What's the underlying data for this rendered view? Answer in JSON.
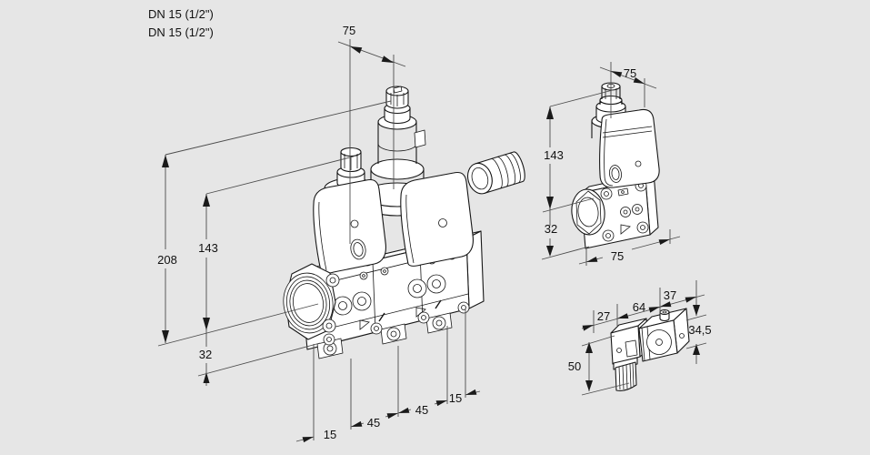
{
  "canvas": {
    "background": "#e6e6e6",
    "line_color": "#161616",
    "dim_line_color": "#4d4d4d"
  },
  "annotations": {
    "dn_line1": "DN 15 (1/2\")",
    "dn_line2": "DN 15 (1/2\")"
  },
  "main_view": {
    "dims": {
      "top_width": "75",
      "total_height": "208",
      "upper_height": "143",
      "lower_height": "32",
      "offset_left": "15",
      "span_1": "45",
      "span_2": "45",
      "offset_right": "15"
    }
  },
  "side_view": {
    "dims": {
      "top_width": "75",
      "upper_height": "143",
      "lower_height": "32",
      "depth": "75"
    }
  },
  "detail_view": {
    "dims": {
      "connector_width": "27",
      "coil_length": "64",
      "end_width": "37",
      "coil_height": "34,5",
      "connector_height": "50"
    }
  }
}
